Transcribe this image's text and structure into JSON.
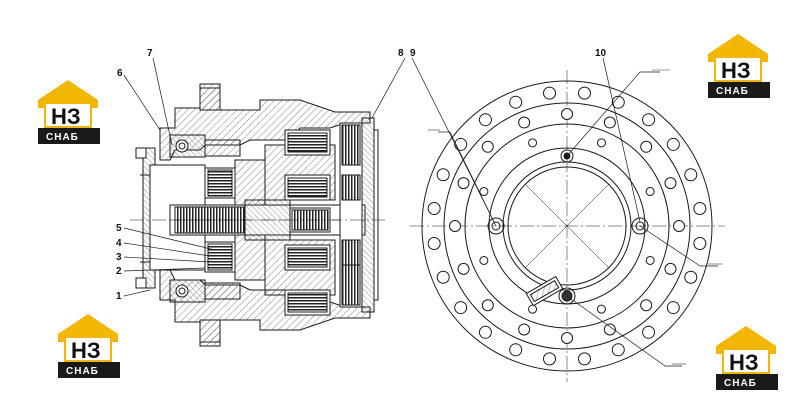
{
  "logo": {
    "top_text": "НЗ",
    "bottom_text": "СНАБ",
    "accent_color": "#f2b705",
    "dark_color": "#1a1a1a"
  },
  "callouts": [
    "1",
    "2",
    "3",
    "4",
    "5",
    "6",
    "7",
    "8",
    "9",
    "10"
  ],
  "colors": {
    "line": "#1a1a1a",
    "hatch": "#555555"
  }
}
